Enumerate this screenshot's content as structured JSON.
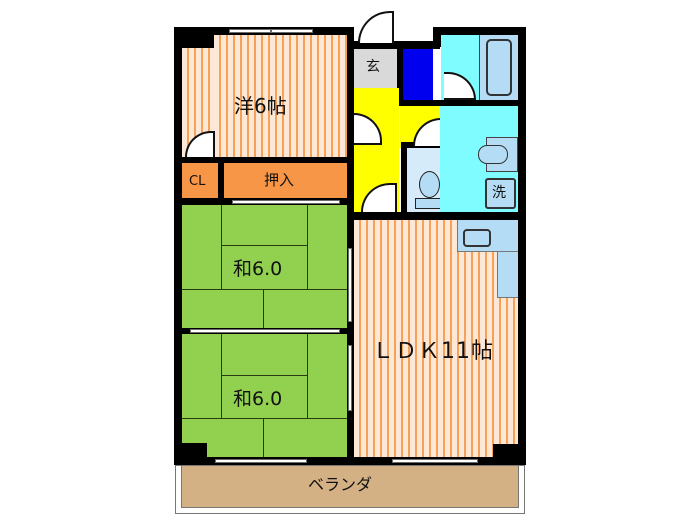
{
  "floorplan": {
    "rooms": [
      {
        "id": "western",
        "label": "洋6帖",
        "type": "western-room",
        "size_jo": 6
      },
      {
        "id": "closet",
        "label": "CL",
        "type": "closet"
      },
      {
        "id": "oshiire",
        "label": "押入",
        "type": "storage-closet"
      },
      {
        "id": "japanese-1",
        "label": "和6.0",
        "type": "japanese-room",
        "size_jo": 6.0
      },
      {
        "id": "japanese-2",
        "label": "和6.0",
        "type": "japanese-room",
        "size_jo": 6.0
      },
      {
        "id": "ldk",
        "label": "ＬＤＫ11帖",
        "type": "living-dining-kitchen",
        "size_jo": 11
      },
      {
        "id": "entrance",
        "label": "玄",
        "type": "entrance"
      },
      {
        "id": "washroom",
        "label": "洗",
        "type": "washing-machine-space"
      },
      {
        "id": "veranda",
        "label": "ベランダ",
        "type": "balcony"
      }
    ],
    "colors": {
      "wall": "#000000",
      "flooring_bg": "#fde8d8",
      "flooring_stripe": "#f6a156",
      "tatami": "#92d050",
      "closet": "#f79646",
      "hall": "#ffff00",
      "entrance": "#d9d9d9",
      "storage_blue": "#0000ff",
      "wet_area": "#7ffcff",
      "fixture": "#b4dcf4",
      "veranda": "#d4b184"
    }
  }
}
